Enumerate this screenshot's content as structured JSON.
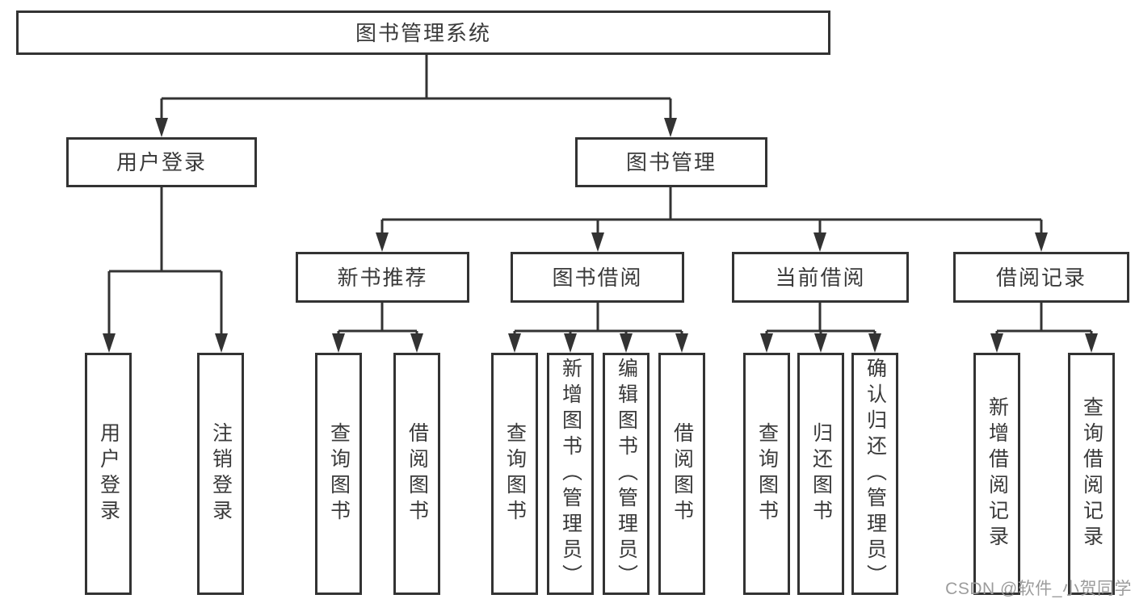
{
  "diagram_title": "图书管理系统",
  "nodes": {
    "root": "图书管理系统",
    "user_login": "用户登录",
    "book_management": "图书管理",
    "new_book_recommend": "新书推荐",
    "book_borrow": "图书借阅",
    "current_borrow": "当前借阅",
    "borrow_records": "借阅记录",
    "user_login_leaf": "用户登录",
    "logout": "注销登录",
    "recommend_query_books": "查询图书",
    "recommend_borrow_books": "借阅图书",
    "borrow_query_books": "查询图书",
    "borrow_add_books": "新增图书（管理员）",
    "borrow_edit_books": "编辑图书（管理员）",
    "borrow_borrow_books": "借阅图书",
    "current_query_books": "查询图书",
    "current_return_books": "归还图书",
    "current_confirm_return": "确认归还（管理员）",
    "records_add_record": "新增借阅记录",
    "records_query_record": "查询借阅记录"
  },
  "hierarchy": {
    "图书管理系统": {
      "用户登录": [
        "用户登录",
        "注销登录"
      ],
      "图书管理": {
        "新书推荐": [
          "查询图书",
          "借阅图书"
        ],
        "图书借阅": [
          "查询图书",
          "新增图书（管理员）",
          "编辑图书（管理员）",
          "借阅图书"
        ],
        "当前借阅": [
          "查询图书",
          "归还图书",
          "确认归还（管理员）"
        ],
        "借阅记录": [
          "新增借阅记录",
          "查询借阅记录"
        ]
      }
    }
  },
  "watermark": "CSDN @软件_小贺同学",
  "colors": {
    "line": "#333333",
    "box_border": "#333333",
    "box_fill": "#ffffff",
    "text": "#3a3a3a",
    "watermark": "#9c9c9c",
    "background": "#ffffff"
  }
}
